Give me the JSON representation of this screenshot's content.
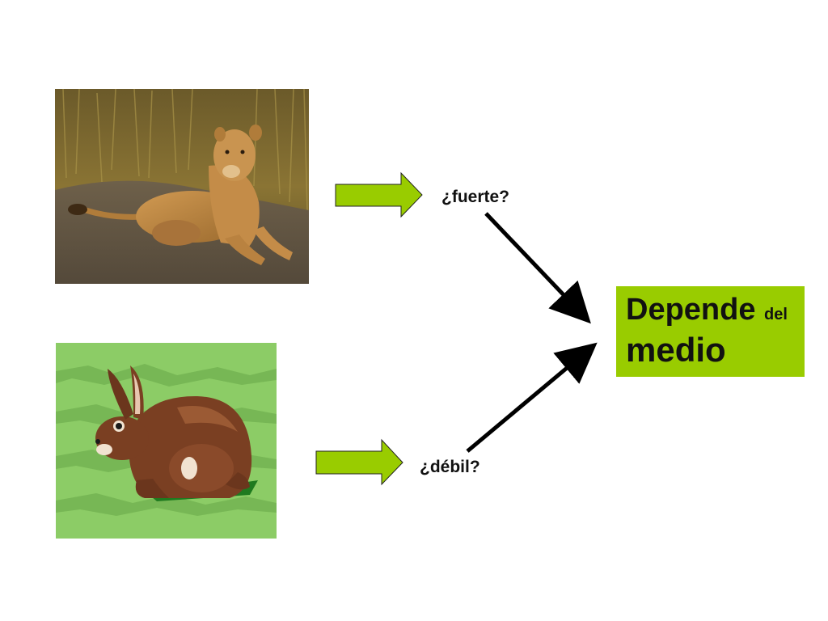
{
  "labels": {
    "strong": "¿fuerte?",
    "weak": "¿débil?"
  },
  "answer": {
    "word1": "Depende",
    "word2": "del",
    "word3": "medio"
  },
  "colors": {
    "arrow_fill": "#99cc00",
    "answer_bg": "#99cc00",
    "connector": "#000000"
  }
}
